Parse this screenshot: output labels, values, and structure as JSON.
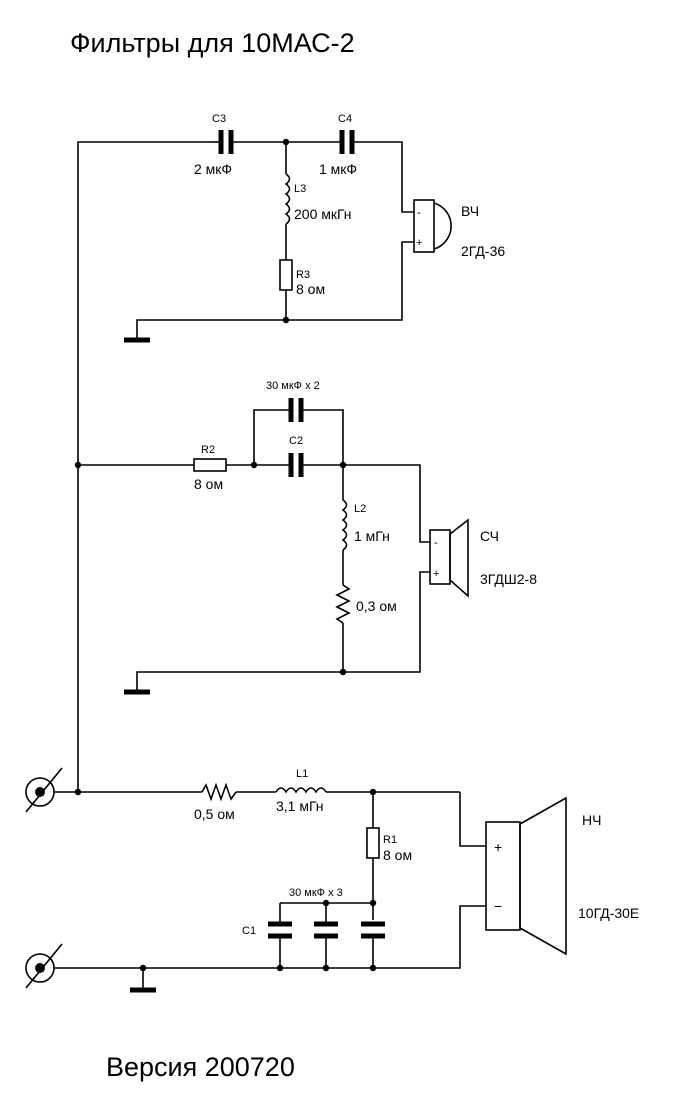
{
  "title": "Фильтры для 10МАС-2",
  "version": "Версия 200720",
  "hf": {
    "c3_ref": "C3",
    "c3_val": "2 мкФ",
    "c4_ref": "C4",
    "c4_val": "1 мкФ",
    "l3_ref": "L3",
    "l3_val": "200 мкГн",
    "r3_ref": "R3",
    "r3_val": "8 ом",
    "speaker_label": "ВЧ",
    "speaker_model": "2ГД-36",
    "minus": "-",
    "plus": "+"
  },
  "mf": {
    "c_parallel_val": "30 мкФ x 2",
    "c2_ref": "C2",
    "r2_ref": "R2",
    "r2_val": "8 ом",
    "l2_ref": "L2",
    "l2_val": "1 мГн",
    "r_val": "0,3 ом",
    "speaker_label": "СЧ",
    "speaker_model": "3ГДШ2-8",
    "minus": "-",
    "plus": "+"
  },
  "lf": {
    "r_val": "0,5 ом",
    "l1_ref": "L1",
    "l1_val": "3,1 мГн",
    "r1_ref": "R1",
    "r1_val": "8 ом",
    "c_bank_val": "30 мкФ x 3",
    "c1_ref": "C1",
    "speaker_label": "НЧ",
    "speaker_model": "10ГД-30Е",
    "minus": "−",
    "plus": "+"
  }
}
